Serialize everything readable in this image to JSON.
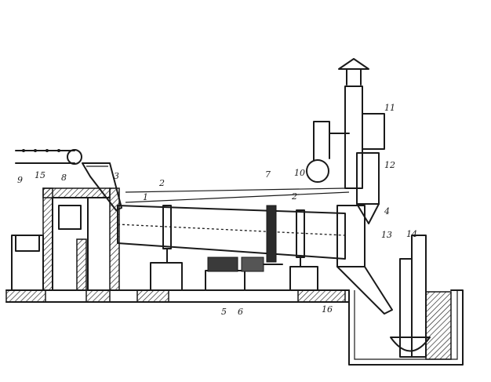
{
  "labels": {
    "l1": "1",
    "l2a": "2",
    "l2b": "2",
    "l3": "3",
    "l4": "4",
    "l5": "5",
    "l6": "6",
    "l7": "7",
    "l8": "8",
    "l9": "9",
    "l10": "10",
    "l11": "11",
    "l12": "12",
    "l13": "13",
    "l14": "14",
    "l15": "15",
    "l16": "16"
  }
}
